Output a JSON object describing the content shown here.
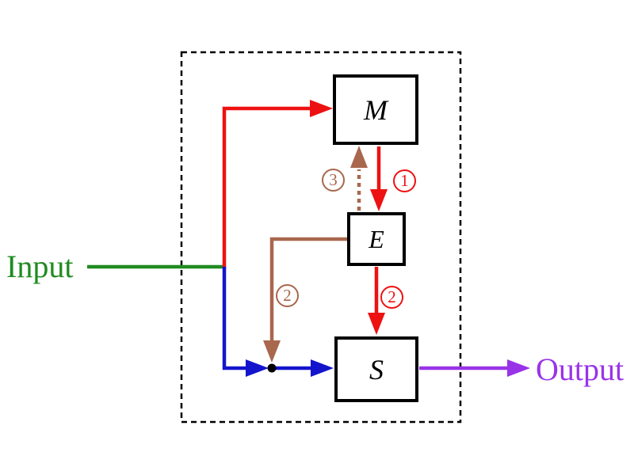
{
  "diagram": {
    "input_label": "Input",
    "output_label": "Output",
    "boxes": {
      "m": "M",
      "e": "E",
      "s": "S"
    },
    "step_labels": {
      "one": "1",
      "two_brown": "2",
      "two_red": "2",
      "three": "3"
    },
    "colors": {
      "red": "#ED1111",
      "brown": "#A9674D",
      "blue": "#1414CD",
      "green": "#1F8B1F",
      "purple": "#9933E8",
      "black": "#000000",
      "background": "#FFFFFF"
    }
  }
}
